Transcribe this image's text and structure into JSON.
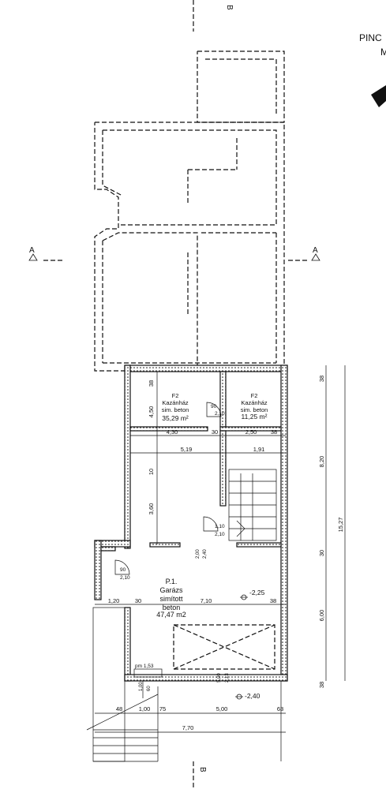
{
  "title_partial": [
    "PINC",
    "M"
  ],
  "section_markers": {
    "a_left": "A",
    "a_right": "A",
    "b_top": "B",
    "b_bottom": "B"
  },
  "rooms": [
    {
      "code": "F2",
      "name": "Kazánház",
      "finish": "sim. beton",
      "area": "35,29 m²"
    },
    {
      "code": "F2",
      "name": "Kazánház",
      "finish": "sim. beton",
      "area": "11,25 m²"
    },
    {
      "code": "P.1.",
      "name": "Garázs",
      "finish_1": "simított",
      "finish_2": "beton",
      "area": "47,47 m2"
    }
  ],
  "levels": {
    "garage": "-2,25",
    "entry": "-2,40"
  },
  "door_tags": {
    "d1": [
      "90",
      "2,10"
    ],
    "d2": [
      "90",
      "2,10"
    ],
    "d3": [
      "1,10",
      "2,10"
    ],
    "d4": [
      "2,00",
      "2,40"
    ],
    "d5": [
      "5,00",
      "2,13"
    ],
    "d6": [
      "1,00",
      "60"
    ]
  },
  "pm_label": "pm 1,53",
  "dimensions": {
    "row1": [
      "4,30",
      "30",
      "2,50",
      "38"
    ],
    "row2": [
      "5,19",
      "1,91"
    ],
    "row3": [
      "1,20",
      "30",
      "7,10",
      "38"
    ],
    "row4": [
      "48",
      "1,00",
      "75",
      "5,00",
      "63"
    ],
    "row5": "7,70",
    "vert_inner": [
      "38",
      "4,50",
      "10",
      "3,60"
    ],
    "vert_right": [
      "38",
      "8,20",
      "30",
      "6,00",
      "38"
    ],
    "vert_total": "15,27"
  }
}
